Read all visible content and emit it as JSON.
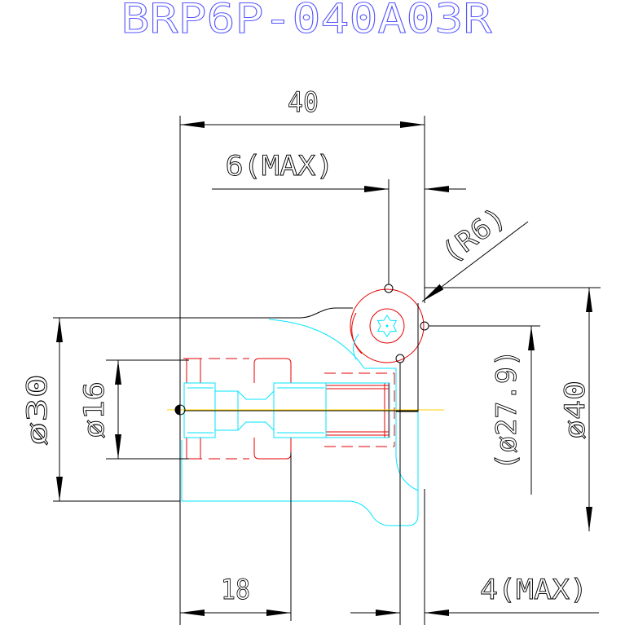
{
  "title": "BRP6P-040A03R",
  "labels": {
    "top_width": "40",
    "depth_top": "6(MAX)",
    "radius": "(R6)",
    "left_outer": "ø30",
    "left_inner": "ø16",
    "right_inner": "(ø27.9)",
    "right_outer": "ø40",
    "bottom_left": "18",
    "depth_bottom": "4(MAX)"
  },
  "colors": {
    "title": "#5656ff",
    "dimension": "#000000",
    "body": "#00e5ff",
    "hidden": "#e60000",
    "centerline": "#ffd200",
    "background": "#ffffff"
  }
}
